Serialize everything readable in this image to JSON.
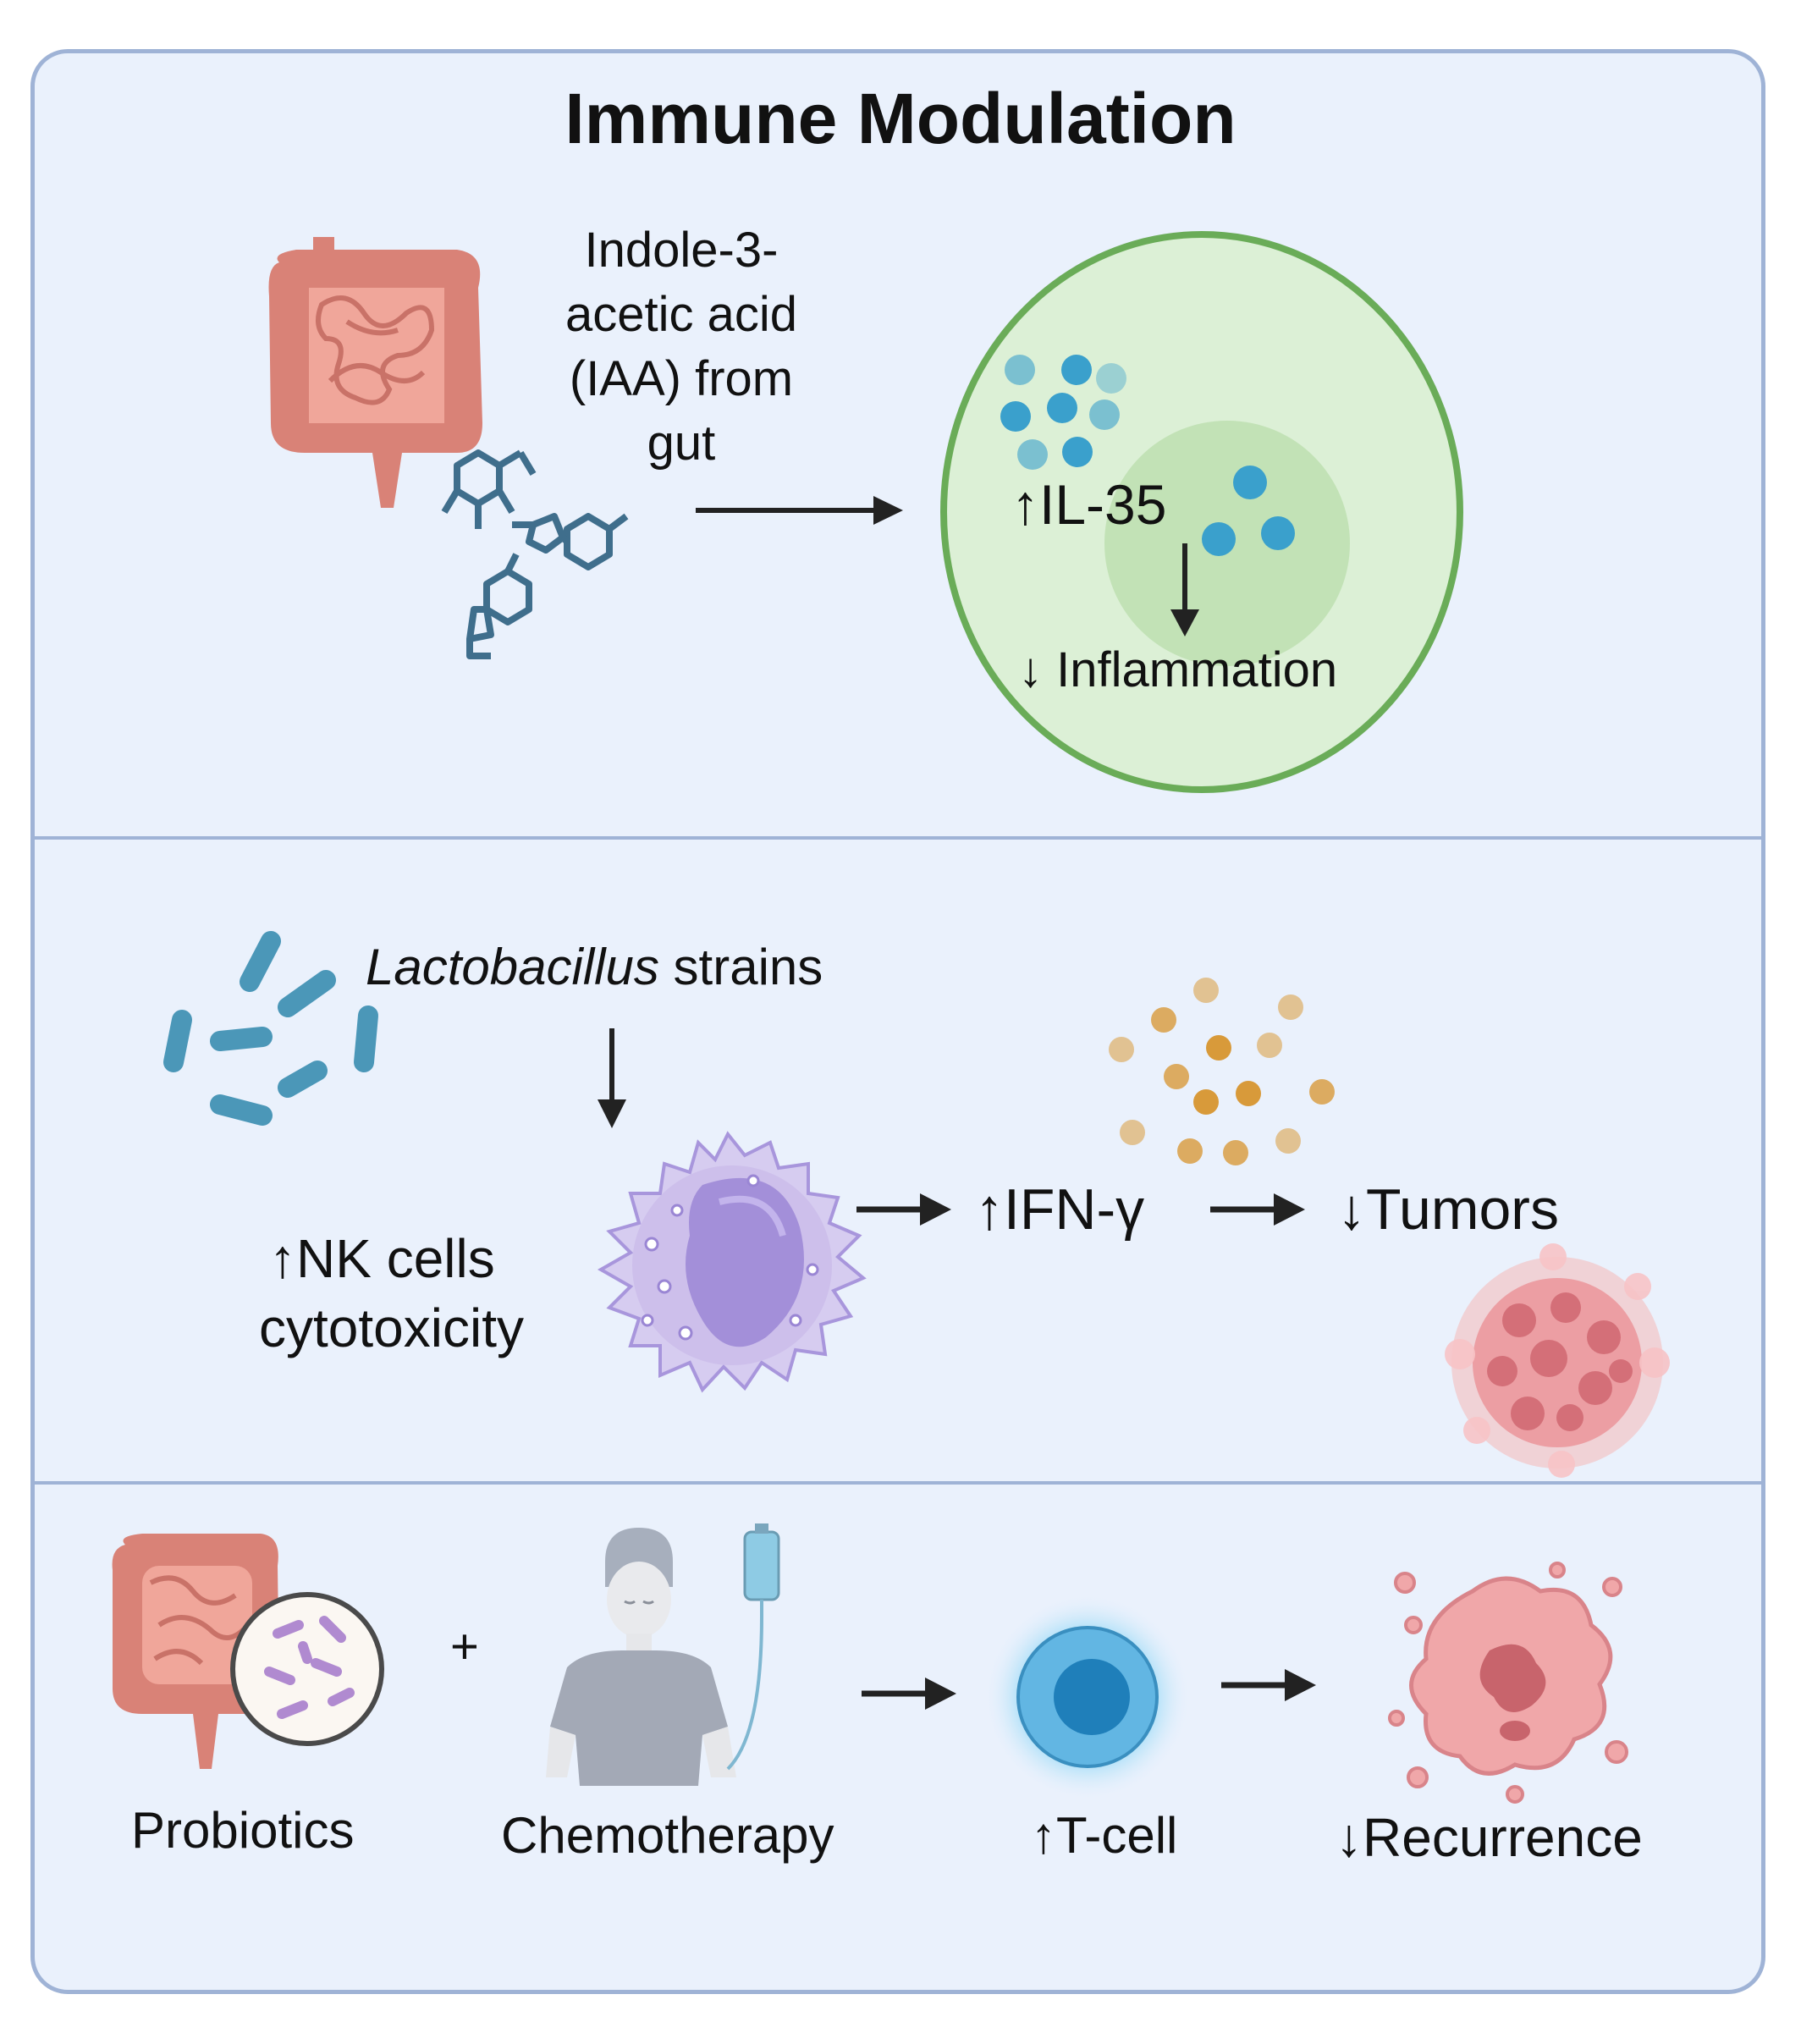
{
  "title": "Immune Modulation",
  "panel1": {
    "source_label": [
      "Indole-3-",
      "acetic acid",
      "(IAA) from",
      "gut"
    ],
    "il35_label": "↑IL-35",
    "inflammation_label": "↓ Inflammation"
  },
  "panel2": {
    "bacteria_name": "Lactobacillus",
    "bacteria_suffix": " strains",
    "nk_label": [
      "↑NK cells",
      "cytotoxicity"
    ],
    "ifn_label": "↑IFN-γ",
    "tumor_label": "↓Tumors"
  },
  "panel3": {
    "plus": "+",
    "probiotics_label": "Probiotics",
    "chemo_label": "Chemotherapy",
    "tcell_label": "↑T-cell",
    "recurrence_label": "↓Recurrence"
  },
  "colors": {
    "frame_bg": "#eaf1fc",
    "frame_border": "#9fb3d6",
    "cell_green": "#dcf0d6",
    "cell_border": "#6aac58",
    "molecule": "#3f6e8c",
    "gut": "#e9958a",
    "nk_cell": "#b6a8e0",
    "ifn_dot": "#d89a3a",
    "tumor": "#e8949a",
    "tcell": "#3aa6dc"
  }
}
